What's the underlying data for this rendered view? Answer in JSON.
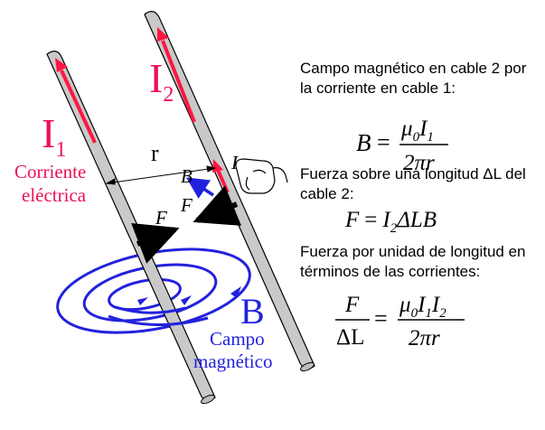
{
  "diagram": {
    "labels": {
      "current1_letter": "I",
      "current1_sub": "1",
      "current2_letter": "I",
      "current2_sub": "2",
      "current_text_line1": "Corriente",
      "current_text_line2": "eléctrica",
      "distance": "r",
      "field_B_small": "B",
      "current_small": "I",
      "force_left": "F",
      "force_right": "F",
      "field_B_big": "B",
      "field_text_line1": "Campo",
      "field_text_line2": "magnético"
    },
    "colors": {
      "current_red": "#ff1744",
      "field_blue": "#2222dd",
      "wire_fill": "#c9c9c9",
      "text_red": "#ee1155"
    }
  },
  "panel": {
    "s1_line1": "Campo magnético en cable 2 por",
    "s1_line2": "la corriente en cable 1:",
    "f1": {
      "lhs": "B",
      "eq": "=",
      "num_mu": "μ",
      "num_mu_sub": "0",
      "num_I": "I",
      "num_I_sub": "1",
      "den": "2πr"
    },
    "s2_line1": "Fuerza sobre una longitud ΔL del",
    "s2_line2": "cable 2:",
    "f2": {
      "lhs": "F",
      "eq": "=",
      "I": "I",
      "I_sub": "2",
      "rest": "ΔLB"
    },
    "s3_line1": "Fuerza por unidad de longitud en",
    "s3_line2": "términos de las corrientes:",
    "f3": {
      "lhs_num": "F",
      "lhs_den": "ΔL",
      "eq": "=",
      "num_mu": "μ",
      "num_mu_sub": "0",
      "num_I1": "I",
      "num_I1_sub": "1",
      "num_I2": "I",
      "num_I2_sub": "2",
      "den": "2πr"
    }
  }
}
